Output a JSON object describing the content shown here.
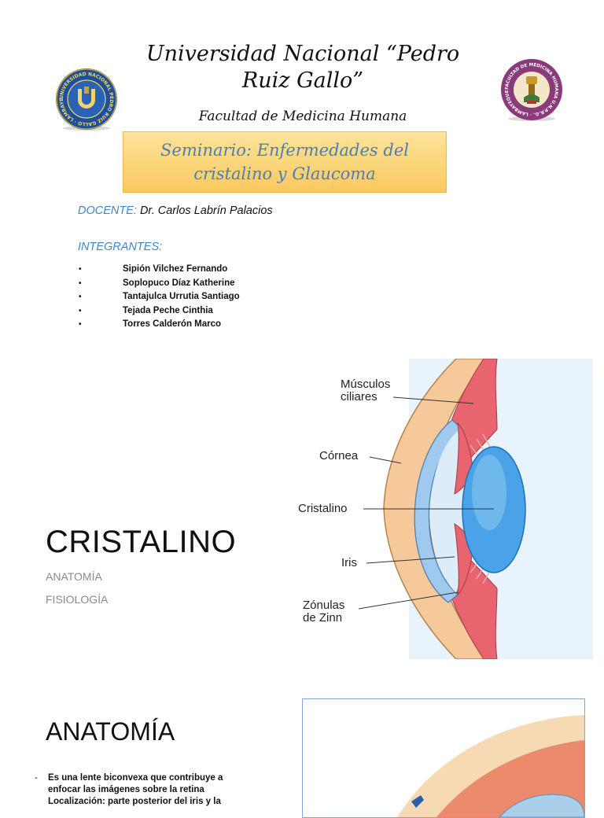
{
  "slide1": {
    "university_line1": "Universidad Nacional  “Pedro",
    "university_line2": "Ruiz Gallo”",
    "faculty": "Facultad de Medicina Humana",
    "seminar_title": "Seminario: Enfermedades del cristalino y Glaucoma",
    "docente_label": "DOCENTE:",
    "docente_name": "Dr. Carlos Labrín Palacios",
    "integrantes_label": "INTEGRANTES:",
    "members": [
      "Sipión Vilchez Fernando",
      "Soplopuco Díaz Katherine",
      "Tantajulca Urrutia Santiago",
      "Tejada Peche Cinthia",
      "Torres Calderón Marco"
    ],
    "bullet": "•",
    "logo_left_text": "UNIVERSIDAD NACIONAL PEDRO RUIZ GALLO · LAMBAYEQUE ·",
    "logo_right_text": "FACULTAD DE MEDICINA HUMANA U.N.P.R.G. · LAMBAYEQUE - PERÚ ·"
  },
  "slide2": {
    "title": "CRISTALINO",
    "items": [
      "ANATOMÍA",
      "FISIOLOGÍA"
    ],
    "diagram_labels": {
      "musculos_line1": "Músculos",
      "musculos_line2": "ciliares",
      "cornea": "Córnea",
      "cristalino": "Cristalino",
      "iris": "Iris",
      "zonulas_line1": "Zónulas",
      "zonulas_line2": "de Zinn"
    }
  },
  "slide3": {
    "title": "ANATOMÍA",
    "dash": "-",
    "text_line1": "Es una lente biconvexa que contribuye a",
    "text_line2": "enfocar las imágenes sobre la retina",
    "text_line3": "Localización: parte posterior del iris y la"
  },
  "colors": {
    "accent_blue": "#3f86c9",
    "seminar_text": "#4f7bb7",
    "seminar_bg": "#f9c960",
    "logo_left_ring": "#1d4f9a",
    "logo_right_ring": "#8a3a7a"
  },
  "icons": {
    "logo_left": "university-seal-icon",
    "logo_right": "faculty-seal-icon"
  }
}
